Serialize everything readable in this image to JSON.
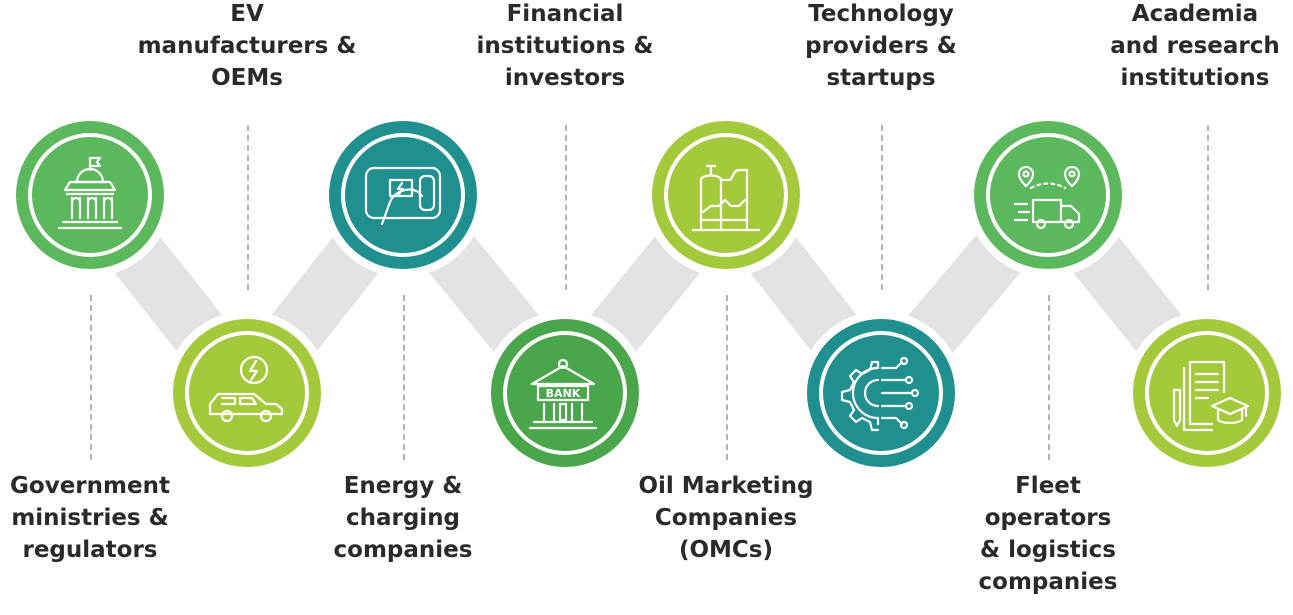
{
  "stakeholders": [
    {
      "label": "Government\nministries &\nregulators",
      "icon": "government-building-icon",
      "ring": "#5cb85c"
    },
    {
      "label": "EV\nmanufacturers &\nOEMs",
      "icon": "ev-car-icon",
      "ring": "#a4c93a"
    },
    {
      "label": "Energy &\ncharging\ncompanies",
      "icon": "charging-plug-icon",
      "ring": "#1f8f8f"
    },
    {
      "label": "Financial\ninstitutions &\ninvestors",
      "icon": "bank-icon",
      "ring": "#4aa64a"
    },
    {
      "label": "Oil Marketing\nCompanies\n(OMCs)",
      "icon": "oil-refinery-icon",
      "ring": "#a4c93a"
    },
    {
      "label": "Technology\nproviders &\nstartups",
      "icon": "tech-gear-circuit-icon",
      "ring": "#1f8f8f"
    },
    {
      "label": "Fleet\noperators\n& logistics\ncompanies",
      "icon": "delivery-truck-route-icon",
      "ring": "#5cb85c"
    },
    {
      "label": "Academia\nand research\ninstitutions",
      "icon": "research-graduation-icon",
      "ring": "#a4c93a"
    }
  ],
  "colors": {
    "connector": "#e3e3e3",
    "icon_stroke": "#ffffff",
    "text": "#2a2a2a",
    "dash": "#b3b3b3"
  }
}
